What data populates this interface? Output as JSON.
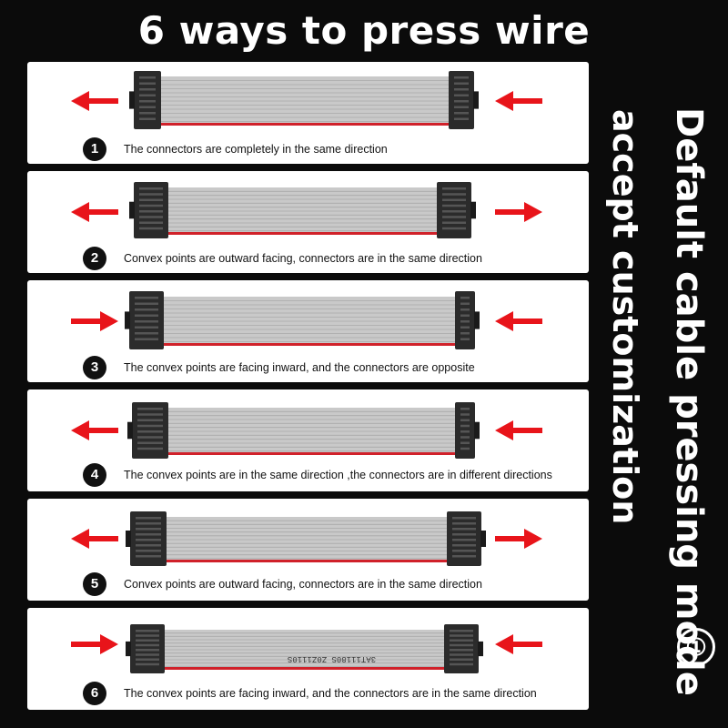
{
  "title": "6 ways to press wire",
  "side_text": {
    "line1": "Default cable pressing mode",
    "line2": "accept customization",
    "mark": "①"
  },
  "colors": {
    "background": "#0b0b0b",
    "card": "#ffffff",
    "arrow": "#e8141a",
    "cable": "#c9c9c9",
    "red_stripe": "#d0212a",
    "connector": "#2b2b2b"
  },
  "cards": [
    {
      "number": "1",
      "caption": "The connectors are completely in the same direction",
      "left_arrow": "left",
      "right_arrow": "left"
    },
    {
      "number": "2",
      "caption": "Convex points are outward facing, connectors are in the same direction",
      "left_arrow": "left",
      "right_arrow": "right"
    },
    {
      "number": "3",
      "caption": "The convex points are facing inward, and the connectors are opposite",
      "left_arrow": "right",
      "right_arrow": "left"
    },
    {
      "number": "4",
      "caption": "The convex points are in the same direction ,the connectors are in different directions",
      "left_arrow": "left",
      "right_arrow": "left"
    },
    {
      "number": "5",
      "caption": "Convex points are outward facing, connectors are in the same direction",
      "left_arrow": "left",
      "right_arrow": "right"
    },
    {
      "number": "6",
      "caption": "The convex points are facing inward, and the connectors are in the same direction",
      "left_arrow": "right",
      "right_arrow": "left"
    }
  ],
  "cable_print": "3AT11180S  Z0Z1110S"
}
